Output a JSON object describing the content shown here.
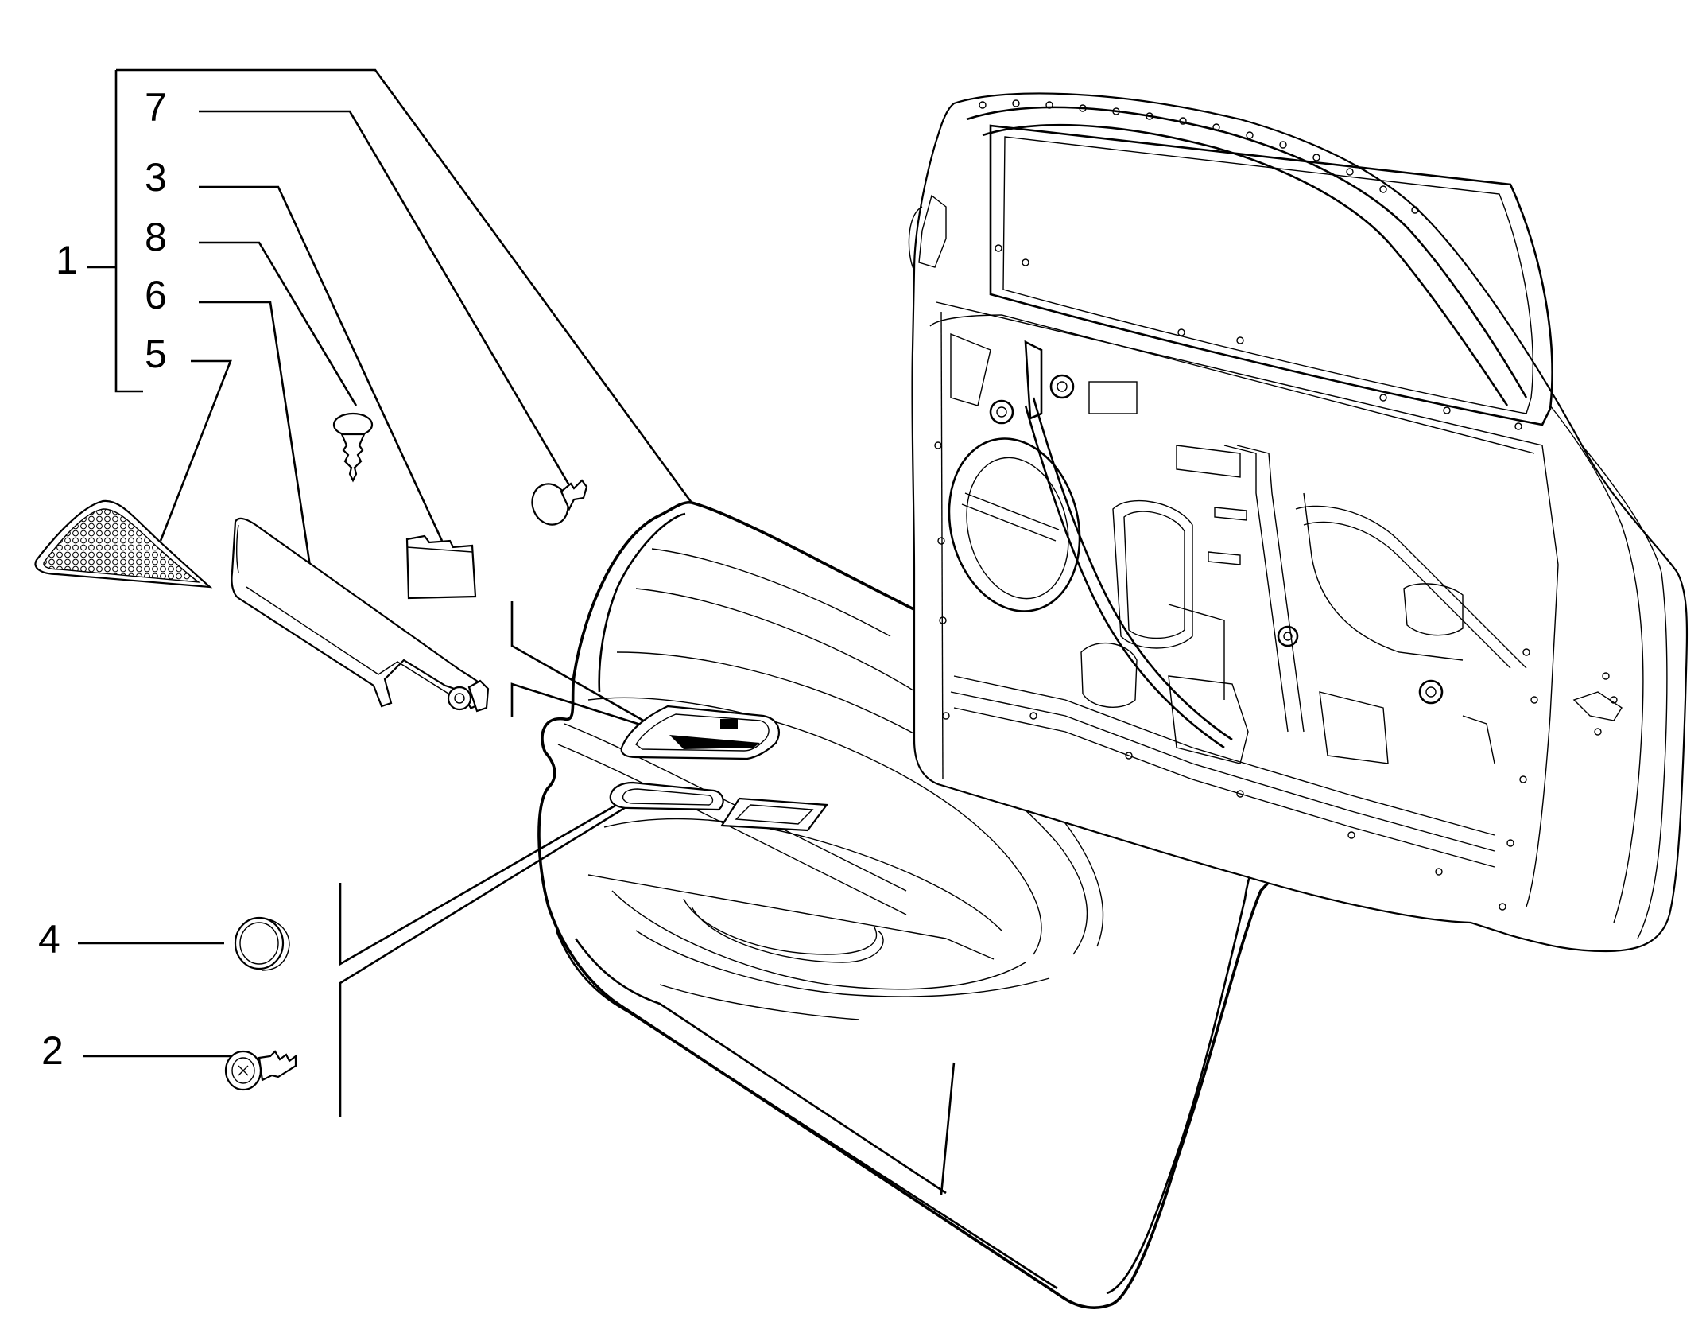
{
  "callouts": {
    "item_1": "1",
    "item_2": "2",
    "item_3": "3",
    "item_4": "4",
    "item_5": "5",
    "item_6": "6",
    "item_7": "7",
    "item_8": "8"
  },
  "colors": {
    "line": "#000000",
    "background": "#ffffff"
  }
}
